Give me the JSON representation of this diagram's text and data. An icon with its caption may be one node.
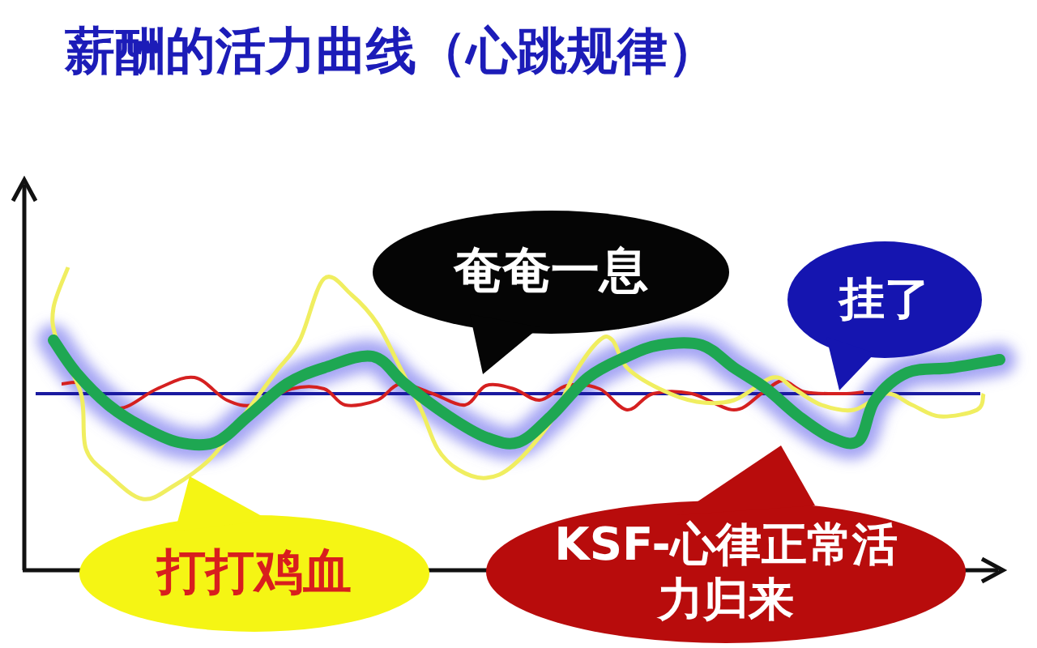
{
  "diagram": {
    "title": "薪酬的活力曲线（心跳规律）",
    "nodes": [
      {
        "text": [
          "奄奄一息"
        ]
      },
      {
        "text": [
          "挂了"
        ]
      },
      {
        "text": [
          "打打鸡血"
        ]
      },
      {
        "text": [
          "KSF-心律正常活力归来"
        ]
      }
    ]
  }
}
